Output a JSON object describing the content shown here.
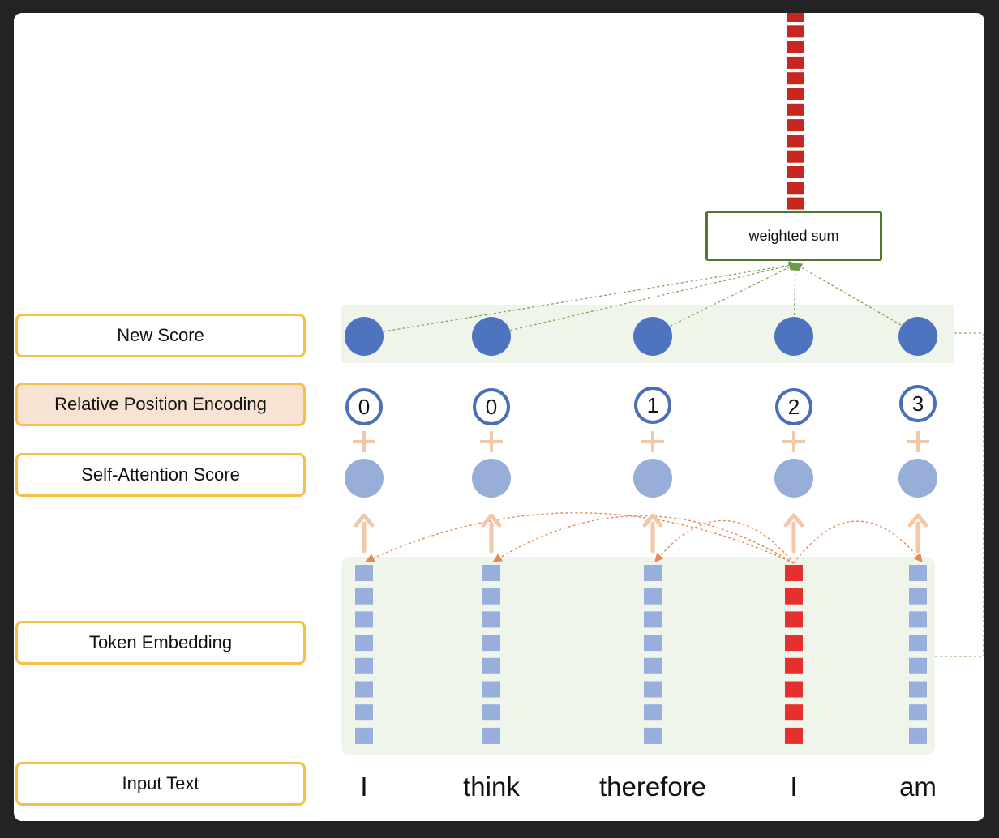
{
  "labels": {
    "new_score": "New Score",
    "relative_position_encoding": "Relative Position Encoding",
    "self_attention_score": "Self-Attention Score",
    "token_embedding": "Token Embedding",
    "input_text": "Input Text"
  },
  "weighted_sum_label": "weighted sum",
  "tokens": [
    {
      "word": "I",
      "position": "0",
      "selected": false
    },
    {
      "word": "think",
      "position": "0",
      "selected": false
    },
    {
      "word": "therefore",
      "position": "1",
      "selected": false
    },
    {
      "word": "I",
      "position": "2",
      "selected": true
    },
    {
      "word": "am",
      "position": "3",
      "selected": false
    }
  ],
  "colors": {
    "label_border": "#f4c04a",
    "label_highlight": "#f8e2d3",
    "new_score": "#4f74bf",
    "attention_score": "#97aed9",
    "position_ring": "#4a6fb8",
    "embedding_cell": "#98aedc",
    "selected_embedding": "#e5302e",
    "output_vector": "#c7271e",
    "arrow": "#f3c8a8",
    "attention_arc": "#e5885a",
    "weighted_sum_border": "#4c7a2c",
    "panel_fill": "#eff5ea"
  }
}
